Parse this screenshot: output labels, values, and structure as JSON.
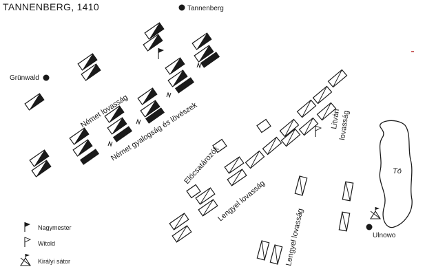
{
  "title": "TANNENBERG, 1410",
  "places": {
    "tannenberg": "Tannenberg",
    "grunwald": "Grünwald",
    "ulnowo": "Ulnowo",
    "lake": "Tó"
  },
  "units": {
    "nemet_lovassag": "Német lovasság",
    "nemet_gyalogsag": "Német gyalogság és lövészek",
    "elocsatarozok": "Elöcsatározók",
    "litvan_lovassag_1": "Litván",
    "litvan_lovassag_2": "lovasság",
    "lengyel_lovassag_1": "Lengyel lovasság",
    "lengyel_lovassag_2": "Lengyel lovasság"
  },
  "legend": {
    "nagymester": "Nagymester",
    "witold": "Witold",
    "kiralyi_sator": "Királyi sátor"
  }
}
